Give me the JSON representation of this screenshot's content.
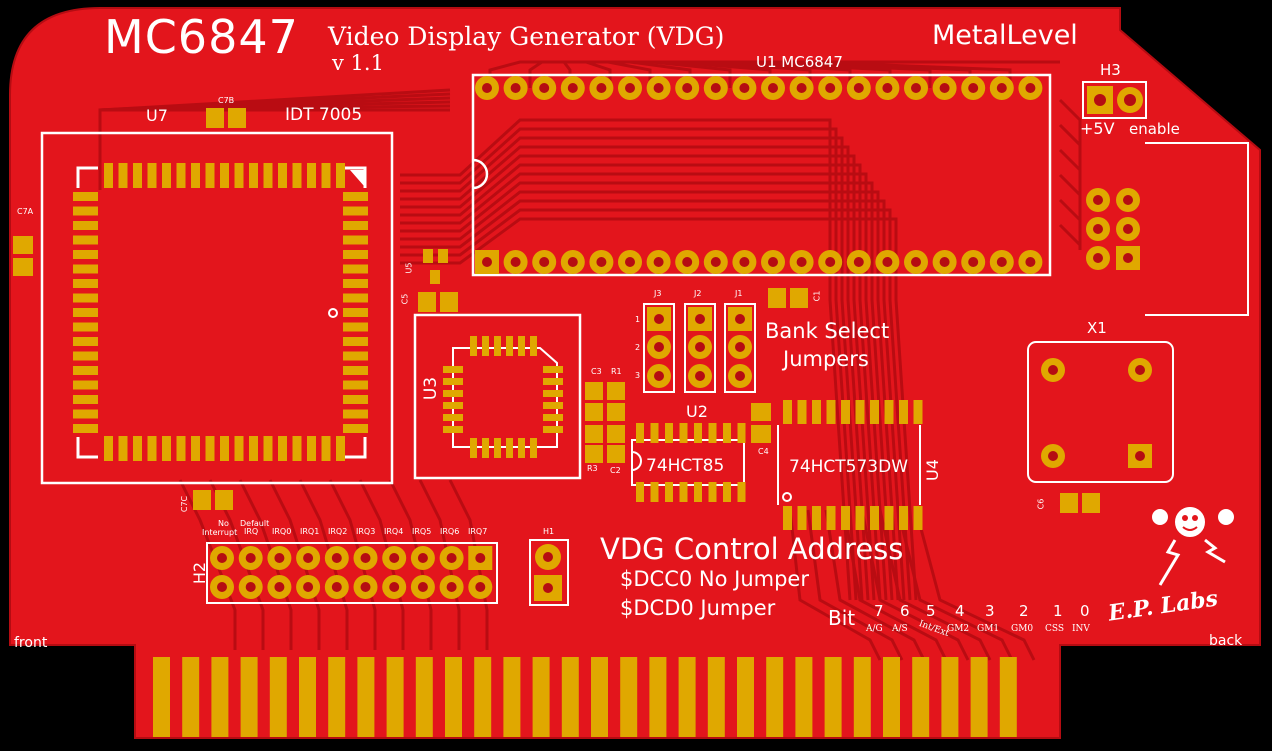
{
  "colors": {
    "board": "#e3151c",
    "board_dark": "#b50c12",
    "copper": "#e0a800",
    "silk": "#ffffff",
    "background": "#000000"
  },
  "header": {
    "chip": "MC6847",
    "title": "Video Display Generator (VDG)",
    "version": "v 1.1",
    "brand": "MetalLevel"
  },
  "parts": {
    "u1": "U1  MC6847",
    "u7": "U7",
    "idt": "IDT 7005",
    "c7b": "C7B",
    "c7a": "C7A",
    "c7c": "C7C",
    "u5": "U5",
    "c5": "C5",
    "u3": "U3",
    "h3": "H3",
    "h3_pin1": "+5V",
    "h3_pin2": "enable",
    "x1": "X1",
    "c6": "C6",
    "c1": "C1",
    "j1": "J1",
    "j2": "J2",
    "j3": "J3",
    "jumper_pins": [
      "1",
      "2",
      "3"
    ],
    "c3": "C3",
    "r1": "R1",
    "r3": "R3",
    "c2": "C2",
    "c4": "C4",
    "u2": "U2",
    "u2_chip": "74HCT85",
    "u4": "U4",
    "u4_chip": "74HCT573DW",
    "h1": "H1",
    "h2": "H2"
  },
  "labels": {
    "bank_select": [
      "Bank Select",
      "Jumpers"
    ],
    "control_address": "VDG Control Address",
    "no_jumper": "$DCC0 No Jumper",
    "jumper": "$DCD0 Jumper",
    "front": "front",
    "back": "back",
    "logo": "E.P. Labs"
  },
  "irq": {
    "no_interrupt": [
      "No",
      "Interrupt"
    ],
    "default": "Default",
    "names": [
      "IRQ",
      "IRQ0",
      "IRQ1",
      "IRQ2",
      "IRQ3",
      "IRQ4",
      "IRQ5",
      "IRQ6",
      "IRQ7"
    ]
  },
  "bits": {
    "label": "Bit",
    "numbers": [
      "7",
      "6",
      "5",
      "4",
      "3",
      "2",
      "1",
      "0"
    ],
    "names": [
      "A/G",
      "A/S",
      "Int/Ext",
      "GM2",
      "GM1",
      "GM0",
      "CSS",
      "INV"
    ]
  }
}
